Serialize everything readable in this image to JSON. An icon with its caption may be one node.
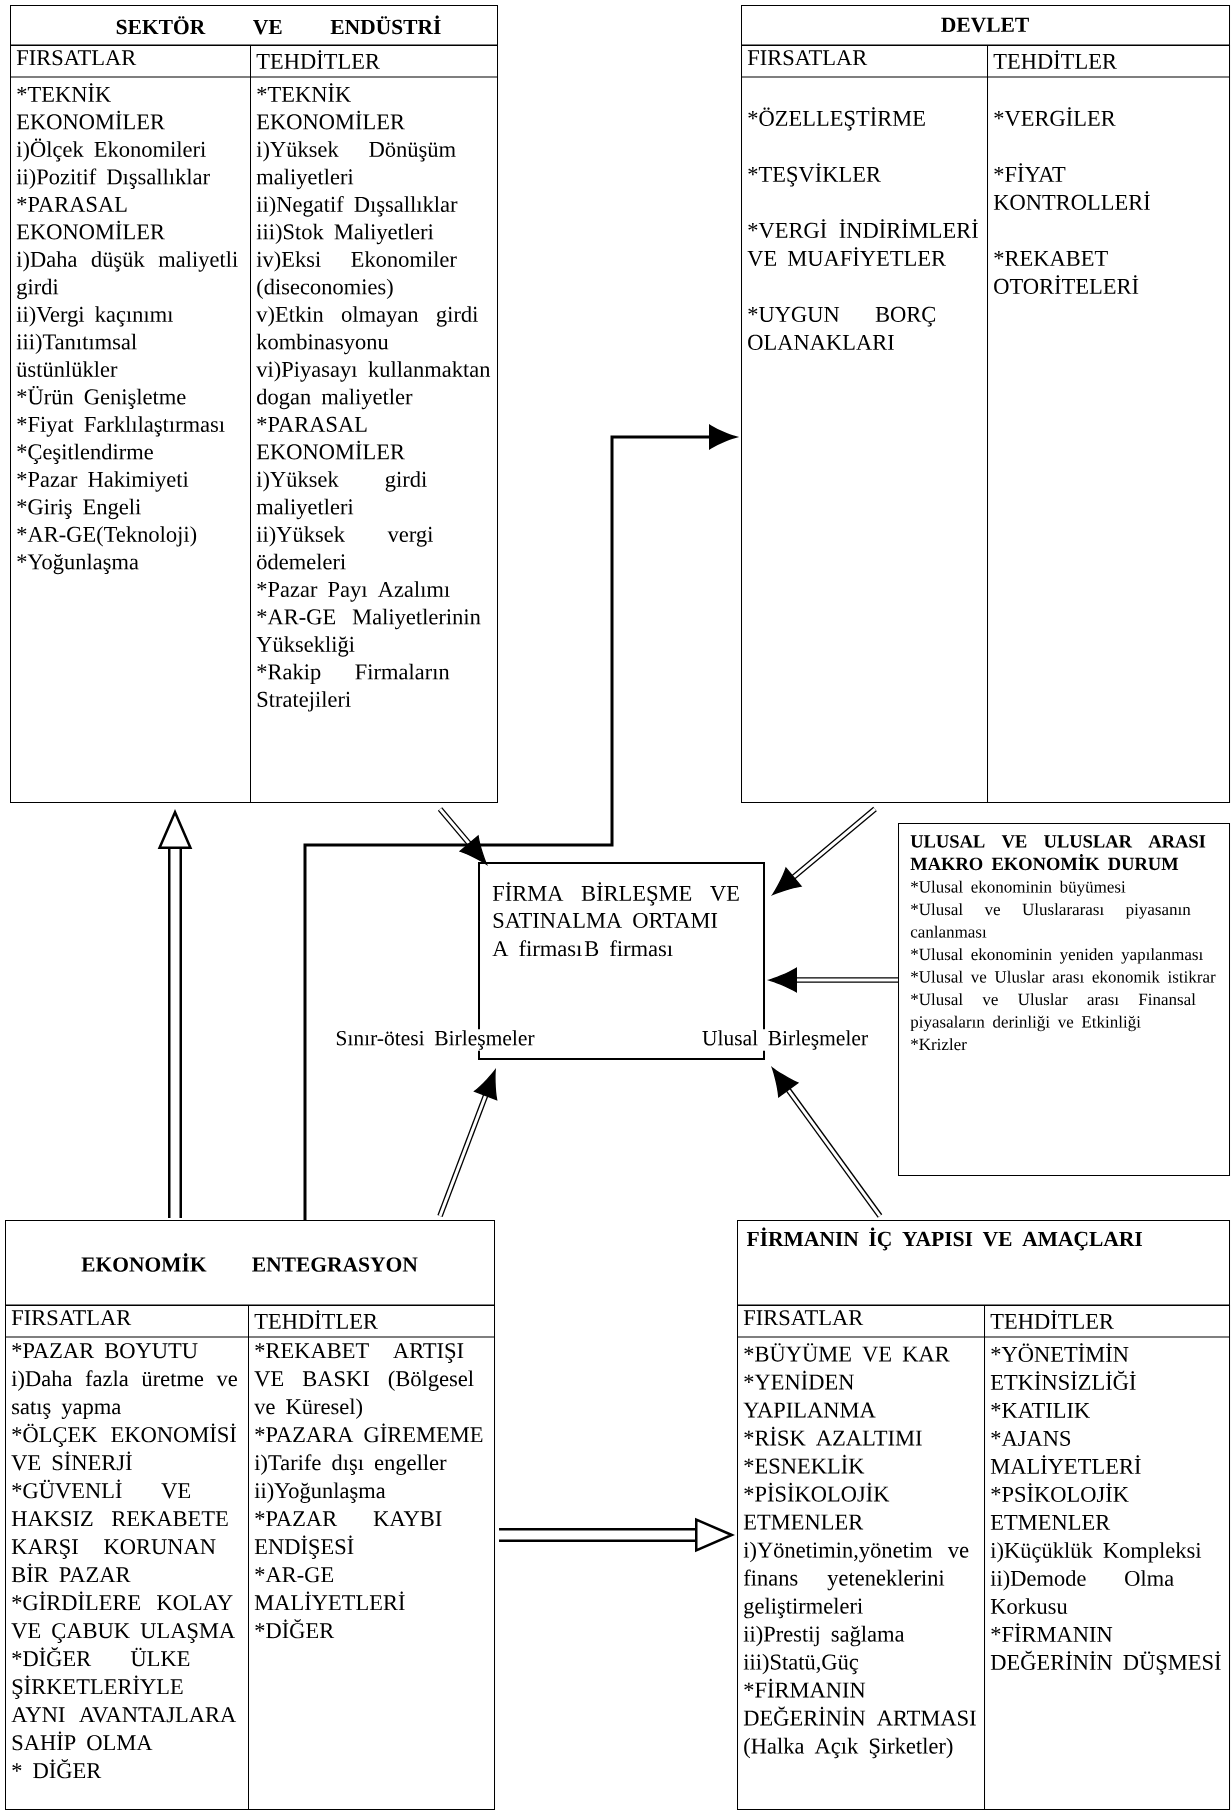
{
  "diagram": {
    "nodes": [
      {
        "text": [
          "SEKTÖR VE ENDÜSTRİ"
        ]
      },
      {
        "text": [
          "FIRSATLAR",
          "*TEKNİK EKONOMİLER",
          "i)Ölçek Ekonomileri",
          "ii)Pozitif Dışsallıklar",
          "*PARASAL EKONOMİLER",
          "i)Daha düşük maliyetli girdi",
          "ii)Vergi kaçınımı",
          "iii)Tanıtımsal üstünlükler",
          "*Ürün Genişletme",
          "*Fiyat Farklılaştırması",
          "*Çeşitlendirme",
          "*Pazar Hakimiyeti",
          "*Giriş Engeli",
          "*AR-GE(Teknoloji)",
          "*Yoğunlaşma"
        ],
        "in": 0
      },
      {
        "text": [
          "TEHDİTLER",
          "*TEKNİK EKONOMİLER",
          "i)Yüksek Dönüşüm maliyetleri",
          "ii)Negatif Dışsallıklar",
          "iii)Stok Maliyetleri",
          "iv)Eksi Ekonomiler (diseconomies)",
          "v)Etkin olmayan girdi kombinasyonu",
          "vi)Piyasayı kullanmaktan dogan maliyetler",
          "*PARASAL EKONOMİLER",
          "i)Yüksek girdi maliyetleri",
          "ii)Yüksek vergi ödemeleri",
          "*Pazar Payı Azalımı",
          "*AR-GE Maliyetlerinin Yüksekliği",
          "*Rakip Firmaların Stratejileri"
        ],
        "in": 0
      },
      {
        "text": [
          "DEVLET"
        ]
      },
      {
        "text": [
          "FIRSATLAR",
          "*ÖZELLEŞTİRME",
          "*TEŞVİKLER",
          "*VERGİ İNDİRİMLERİ VE MUAFİYETLER",
          "*UYGUN BORÇ OLANAKLARI"
        ],
        "in": 3
      },
      {
        "text": [
          "TEHDİTLER",
          "*VERGİLER",
          "*FİYAT KONTROLLERİ",
          "*REKABET OTORİTELERİ"
        ],
        "in": 3
      },
      {
        "text": [
          "FİRMA BİRLEŞME VE SATINALMA ORTAMI",
          "A firması",
          "B firması"
        ]
      },
      {
        "text": [
          "ULUSAL VE ULUSLAR ARASI MAKRO EKONOMİK DURUM",
          "*Ulusal ekonominin büyümesi",
          "*Ulusal ve Uluslararası piyasanın canlanması",
          "*Ulusal ekonominin yeniden yapılanması",
          "*Ulusal ve Uluslar arası ekonomik istikrar",
          "*Ulusal ve Uluslar arası Finansal piyasaların derinliği ve Etkinliği",
          "*Krizler"
        ]
      },
      {
        "text": [
          "EKONOMİK ENTEGRASYON"
        ]
      },
      {
        "text": [
          "FIRSATLAR",
          "*PAZAR BOYUTU",
          "i)Daha fazla üretme ve satış yapma",
          "*ÖLÇEK EKONOMİSİ VE SİNERJİ",
          "*GÜVENLİ VE HAKSIZ REKABETE KARŞI KORUNAN BİR PAZAR",
          "*GİRDİLERE KOLAY VE ÇABUK ULAŞMA",
          "*DİĞER ÜLKE ŞİRKETLERİYLE AYNI AVANTAJLARA SAHİP OLMA",
          "* DİĞER"
        ],
        "in": 8
      },
      {
        "text": [
          "TEHDİTLER",
          "*REKABET ARTIŞI VE BASKI (Bölgesel ve Küresel)",
          "*PAZARA GİREMEME",
          "i)Tarife dışı engeller",
          "ii)Yoğunlaşma",
          "*PAZAR KAYBI ENDİŞESİ",
          "*AR-GE MALİYETLERİ",
          "*DİĞER"
        ],
        "in": 8
      },
      {
        "text": [
          "FİRMANIN İÇ YAPISI VE AMAÇLARI"
        ]
      },
      {
        "text": [
          "FIRSATLAR",
          "*BÜYÜME VE KAR",
          "*YENİDEN YAPILANMA",
          "*RİSK AZALTIMI",
          "*ESNEKLİK",
          "*PİSİKOLOJİK ETMENLER",
          "i)Yönetimin,yönetim ve finans yeteneklerini geliştirmeleri",
          "ii)Prestij sağlama",
          "iii)Statü,Güç",
          "*FİRMANIN DEĞERİNİN ARTMASI (Halka Açık Şirketler)"
        ],
        "in": 11
      },
      {
        "text": [
          "TEHDİTLER",
          "*YÖNETİMİN ETKİNSİZLİĞİ",
          "*KATILIK",
          "*AJANS MALİYETLERİ",
          "*PSİKOLOJİK ETMENLER",
          "i)Küçüklük Kompleksi",
          "ii)Demode Olma Korkusu",
          "*FİRMANIN DEĞERİNİN DÜŞMESİ"
        ],
        "in": 11
      }
    ],
    "edges": [
      {
        "from": 0,
        "to": 6,
        "arrow": "to"
      },
      {
        "from": 3,
        "to": 6,
        "arrow": "to"
      },
      {
        "from": 7,
        "to": 6,
        "arrow": "to"
      },
      {
        "from": 8,
        "to": 6,
        "arrow": "to"
      },
      {
        "from": 11,
        "to": 6,
        "arrow": "to"
      },
      {
        "from": 8,
        "to": 0,
        "arrow": "to",
        "style": "thick"
      },
      {
        "from": 8,
        "to": 11,
        "arrow": "to",
        "style": "thick"
      },
      {
        "from": 8,
        "to": 3,
        "arrow": "to"
      }
    ],
    "labels": [
      "Sınır-ötesi Birleşmeler",
      "Ulusal Birleşmeler"
    ]
  }
}
